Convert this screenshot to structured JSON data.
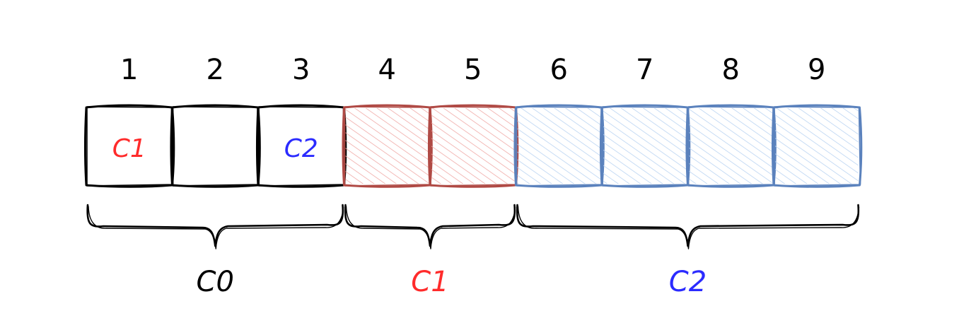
{
  "cells": [
    {
      "index": "1",
      "label": "C1",
      "group": "C0"
    },
    {
      "index": "2",
      "label": "",
      "group": "C0"
    },
    {
      "index": "3",
      "label": "C2",
      "group": "C0"
    },
    {
      "index": "4",
      "label": "",
      "group": "C1"
    },
    {
      "index": "5",
      "label": "",
      "group": "C1"
    },
    {
      "index": "6",
      "label": "",
      "group": "C2"
    },
    {
      "index": "7",
      "label": "",
      "group": "C2"
    },
    {
      "index": "8",
      "label": "",
      "group": "C2"
    },
    {
      "index": "9",
      "label": "",
      "group": "C2"
    }
  ],
  "groups": [
    {
      "label": "C0",
      "first_cell": 1,
      "last_cell": 3
    },
    {
      "label": "C1",
      "first_cell": 4,
      "last_cell": 5
    },
    {
      "label": "C2",
      "first_cell": 6,
      "last_cell": 9
    }
  ],
  "colors": {
    "C0_stroke": "#000000",
    "C0_fill": "none",
    "C1_stroke": "#b04a45",
    "C1_fill": "#f0a9a6",
    "C2_stroke": "#5b82bd",
    "C2_fill": "#b9d3f2",
    "C1_text": "#ff2b2b",
    "C2_text": "#2b2bff",
    "C0_text": "#000000"
  }
}
